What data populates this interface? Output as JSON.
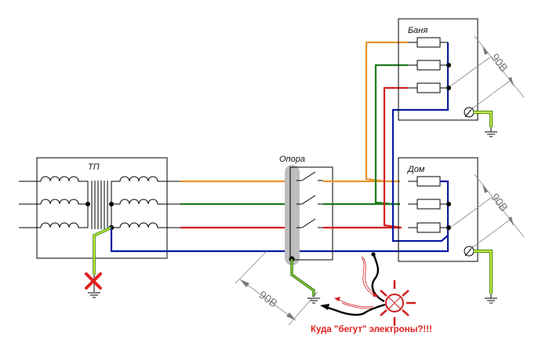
{
  "labels": {
    "substation": "ТП",
    "pole": "Опора",
    "bath": "Баня",
    "house": "Дом",
    "voltage_pole": "90В",
    "voltage_bath": "90В",
    "voltage_house": "90В",
    "caption": "Куда \"бегут\"  электроны?!!!"
  },
  "colors": {
    "phase_a": "#e8962e",
    "phase_b": "#1f7a1f",
    "phase_c": "#d42020",
    "neutral": "#0a1aa0",
    "ground": "#b8e830",
    "ground_edge": "#3a7a10",
    "alert": "#e02020",
    "pole_shade": "#bdbdbd"
  },
  "elements": {
    "substation_ground_broken": true,
    "lamp_state": "glowing"
  }
}
